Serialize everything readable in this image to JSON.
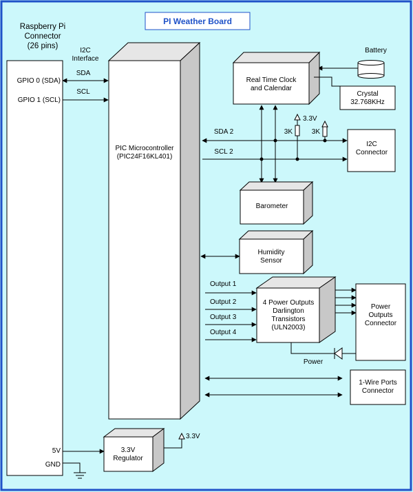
{
  "title": "PI Weather  Board",
  "colors": {
    "background": "#ccf8fb",
    "box_face": "#ffffff",
    "box_side": "#c8c8c8",
    "box_top": "#e6e6e6",
    "title_text": "#1f52c8",
    "border": "#1f52c8"
  },
  "rpi": {
    "title_line1": "Raspberry Pi",
    "title_line2": "Connector",
    "title_line3": "(26 pins)",
    "gpio0": "GPIO 0 (SDA)",
    "gpio1": "GPIO 1 (SCL)",
    "v5": "5V",
    "gnd": "GND"
  },
  "i2c_interface": {
    "line1": "I2C",
    "line2": "Interface",
    "sda": "SDA",
    "scl": "SCL"
  },
  "pic": {
    "line1": "PIC Microcontroller",
    "line2": "(PIC24F16KL401)"
  },
  "rtc": {
    "line1": "Real Time Clock",
    "line2": "and Calendar"
  },
  "battery": {
    "label": "Battery"
  },
  "crystal": {
    "line1": "Crystal",
    "line2": "32.768KHz"
  },
  "bus": {
    "sda2": "SDA 2",
    "scl2": "SCL 2",
    "pullup_voltage": "3.3V",
    "resistor1": "3K",
    "resistor2": "3K"
  },
  "i2c_connector": {
    "line1": "I2C",
    "line2": "Connector"
  },
  "barometer": {
    "label": "Barometer"
  },
  "humidity": {
    "line1": "Humidity",
    "line2": "Sensor"
  },
  "outputs": {
    "o1": "Output 1",
    "o2": "Output 2",
    "o3": "Output 3",
    "o4": "Output 4"
  },
  "darlington": {
    "line1": "4 Power Outputs",
    "line2": "Darlington",
    "line3": "Transistors",
    "line4": "(ULN2003)"
  },
  "power_connector": {
    "line1": "Power",
    "line2": "Outputs",
    "line3": "Connector"
  },
  "power_label": "Power",
  "onewire": {
    "line1": "1-Wire Ports",
    "line2": "Connector"
  },
  "regulator": {
    "line1": "3.3V",
    "line2": "Regulator",
    "output_voltage": "3.3V"
  }
}
